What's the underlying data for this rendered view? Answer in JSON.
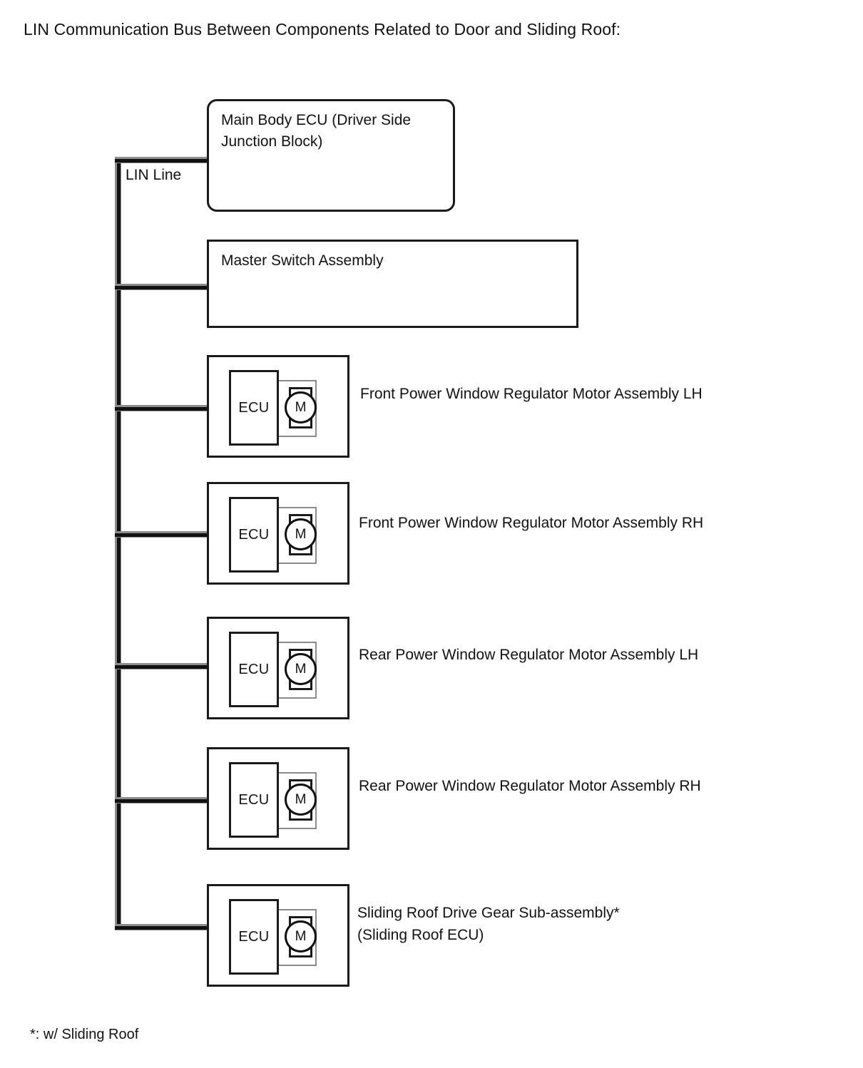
{
  "title": "LIN Communication Bus Between Components Related to Door and Sliding Roof:",
  "footnote": "*: w/ Sliding Roof",
  "bus": {
    "label": "LIN Line",
    "name": "LIN Line",
    "line_color": "#111111",
    "branch_count": 6
  },
  "nodes": [
    {
      "id": "main-body-ecu",
      "text": "Main Body ECU (Driver Side\nJunction Block)",
      "shape": "rounded-rect"
    },
    {
      "id": "master-switch-assembly",
      "text": "Master Switch Assembly",
      "shape": "rect"
    }
  ],
  "motor_units": [
    {
      "id": "front-power-window-lh",
      "ecu_label": "ECU",
      "motor_label": "M",
      "label": "Front Power Window Regulator Motor Assembly LH"
    },
    {
      "id": "front-power-window-rh",
      "ecu_label": "ECU",
      "motor_label": "M",
      "label": "Front Power Window Regulator Motor Assembly RH"
    },
    {
      "id": "rear-power-window-lh",
      "ecu_label": "ECU",
      "motor_label": "M",
      "label": "Rear Power Window Regulator Motor Assembly LH"
    },
    {
      "id": "rear-power-window-rh",
      "ecu_label": "ECU",
      "motor_label": "M",
      "label": "Rear Power Window Regulator Motor Assembly RH"
    },
    {
      "id": "sliding-roof-drive-gear",
      "ecu_label": "ECU",
      "motor_label": "M",
      "label": "Sliding Roof Drive Gear Sub-assembly*\n(Sliding Roof ECU)"
    }
  ]
}
